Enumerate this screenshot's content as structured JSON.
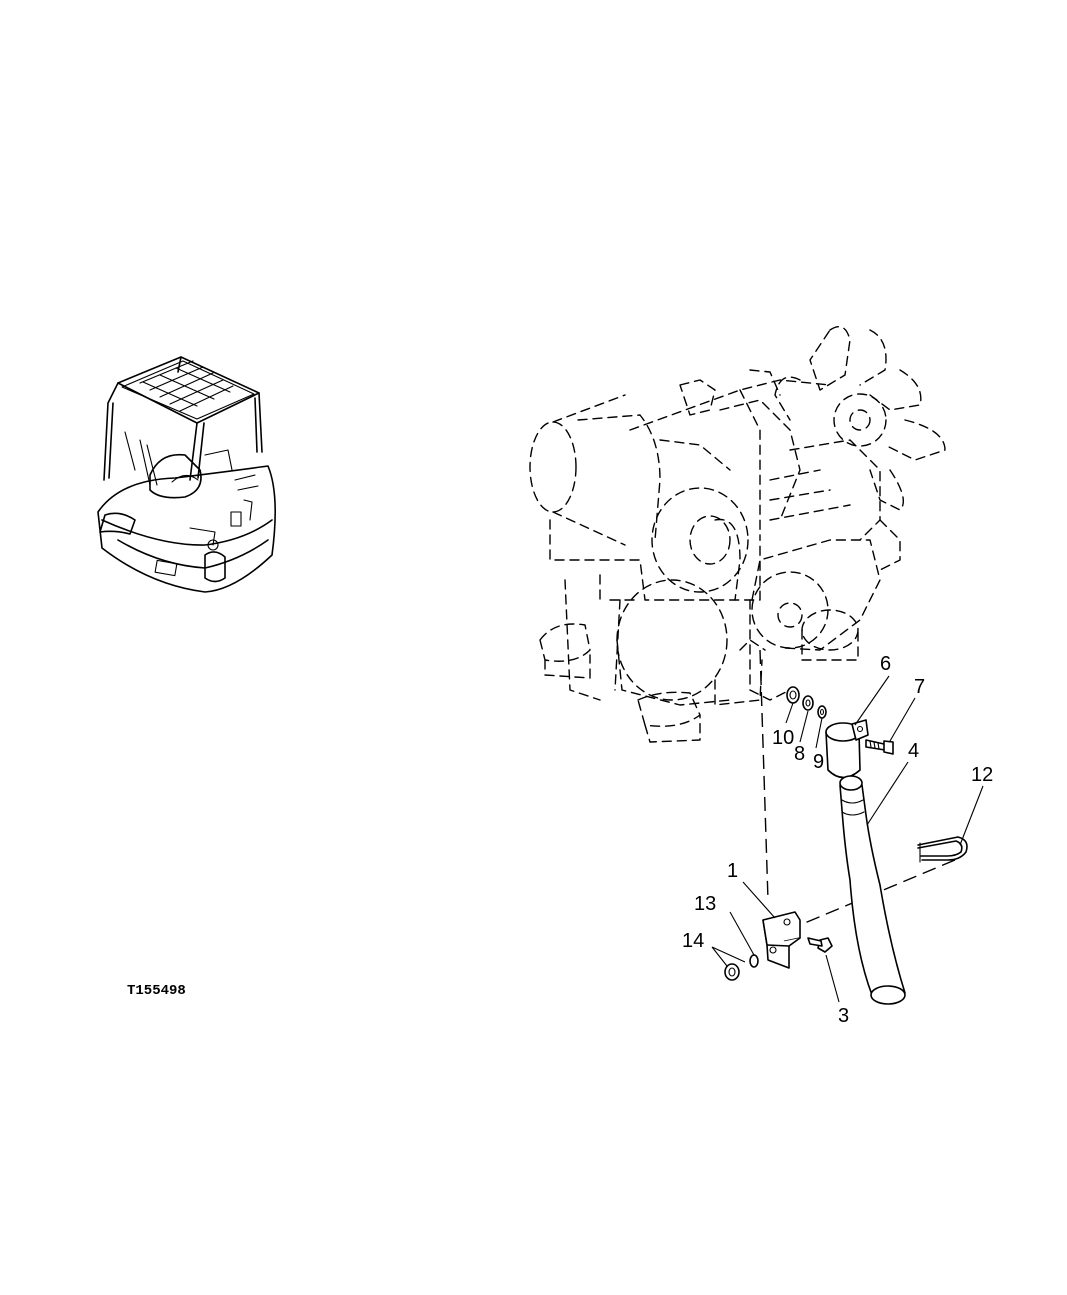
{
  "figure_id": "T155498",
  "callouts": [
    {
      "label": "1"
    },
    {
      "label": "3"
    },
    {
      "label": "4"
    },
    {
      "label": "6"
    },
    {
      "label": "7"
    },
    {
      "label": "8"
    },
    {
      "label": "9"
    },
    {
      "label": "10"
    },
    {
      "label": "12"
    },
    {
      "label": "13"
    },
    {
      "label": "14"
    }
  ],
  "icons": [
    "excavator-locator-icon",
    "engine-phantom-icon"
  ]
}
